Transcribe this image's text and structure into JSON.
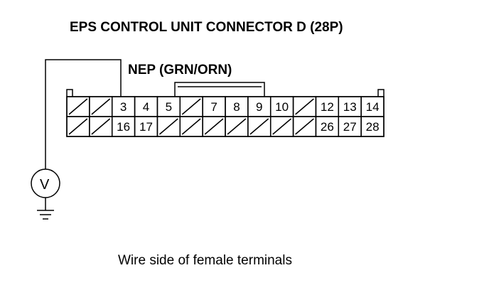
{
  "title": "EPS CONTROL UNIT CONNECTOR D (28P)",
  "wire_label": "NEP (GRN/ORN)",
  "caption": "Wire side of female terminals",
  "meter_symbol": "V",
  "connector": {
    "top_row": [
      "",
      "",
      "3",
      "4",
      "5",
      "",
      "7",
      "8",
      "9",
      "10",
      "",
      "12",
      "13",
      "14"
    ],
    "bottom_row": [
      "",
      "",
      "16",
      "17",
      "",
      "",
      "",
      "",
      "",
      "",
      "",
      "26",
      "27",
      "28"
    ]
  }
}
